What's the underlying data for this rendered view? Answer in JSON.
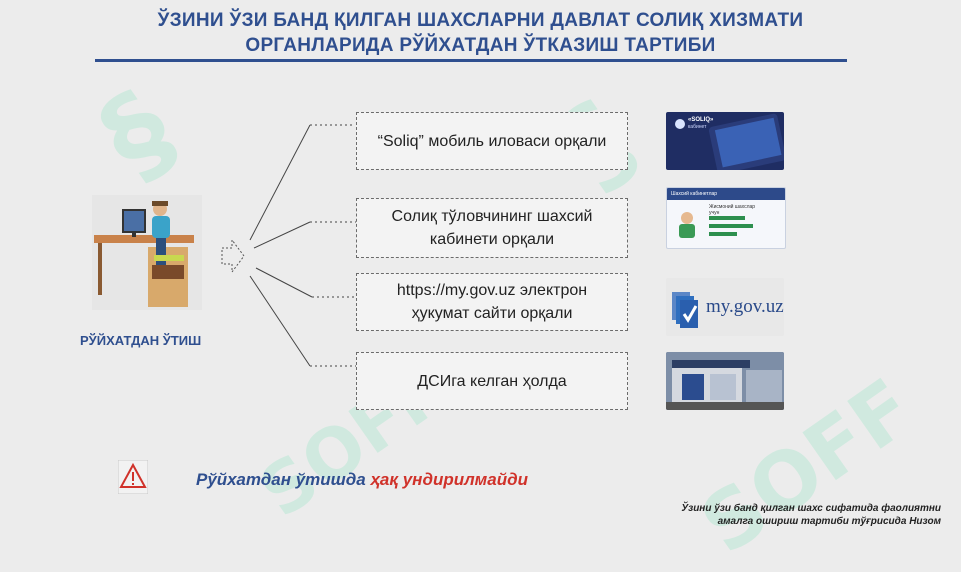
{
  "title": {
    "line1": "ЎЗИНИ ЎЗИ БАНД ҚИЛГАН ШАХСЛАРНИ ДАВЛАТ СОЛИҚ ХИЗМАТИ",
    "line2": "ОРГАНЛАРИДА РЎЙХАТДАН ЎТКАЗИШ ТАРТИБИ"
  },
  "registration_label": "РЎЙХАТДАН ЎТИШ",
  "options": [
    {
      "lines": [
        "“Soliq” мобиль иловаси орқали"
      ]
    },
    {
      "lines": [
        "Солиқ тўловчининг шахсий",
        "кабинети орқали"
      ]
    },
    {
      "lines": [
        "https://my.gov.uz электрон",
        "ҳукумат сайти орқали"
      ]
    },
    {
      "lines": [
        "ДСИга келган ҳолда"
      ]
    }
  ],
  "thumbs": {
    "soliq_app": {
      "brand": "«SOLIQ»",
      "sub": "кабинет"
    },
    "cabinet": {
      "header": "Шахсий кабинетлар",
      "text1": "Жисмоний шахслар",
      "text2": "учун"
    },
    "mygov": {
      "text": "my.gov.uz"
    }
  },
  "note": {
    "prefix": "Рўйхатдан ўтишда ",
    "highlight": "ҳақ ундирилмайди"
  },
  "footer": {
    "line1": "Ўзини ўзи банд қилган шахс сифатида фаолиятни",
    "line2": "амалга ошириш тартиби тўғрисида  Низом"
  },
  "watermark": "SOFF",
  "colors": {
    "title": "#2f4f8f",
    "highlight": "#d0322a",
    "watermark": "#9ee6c8"
  }
}
